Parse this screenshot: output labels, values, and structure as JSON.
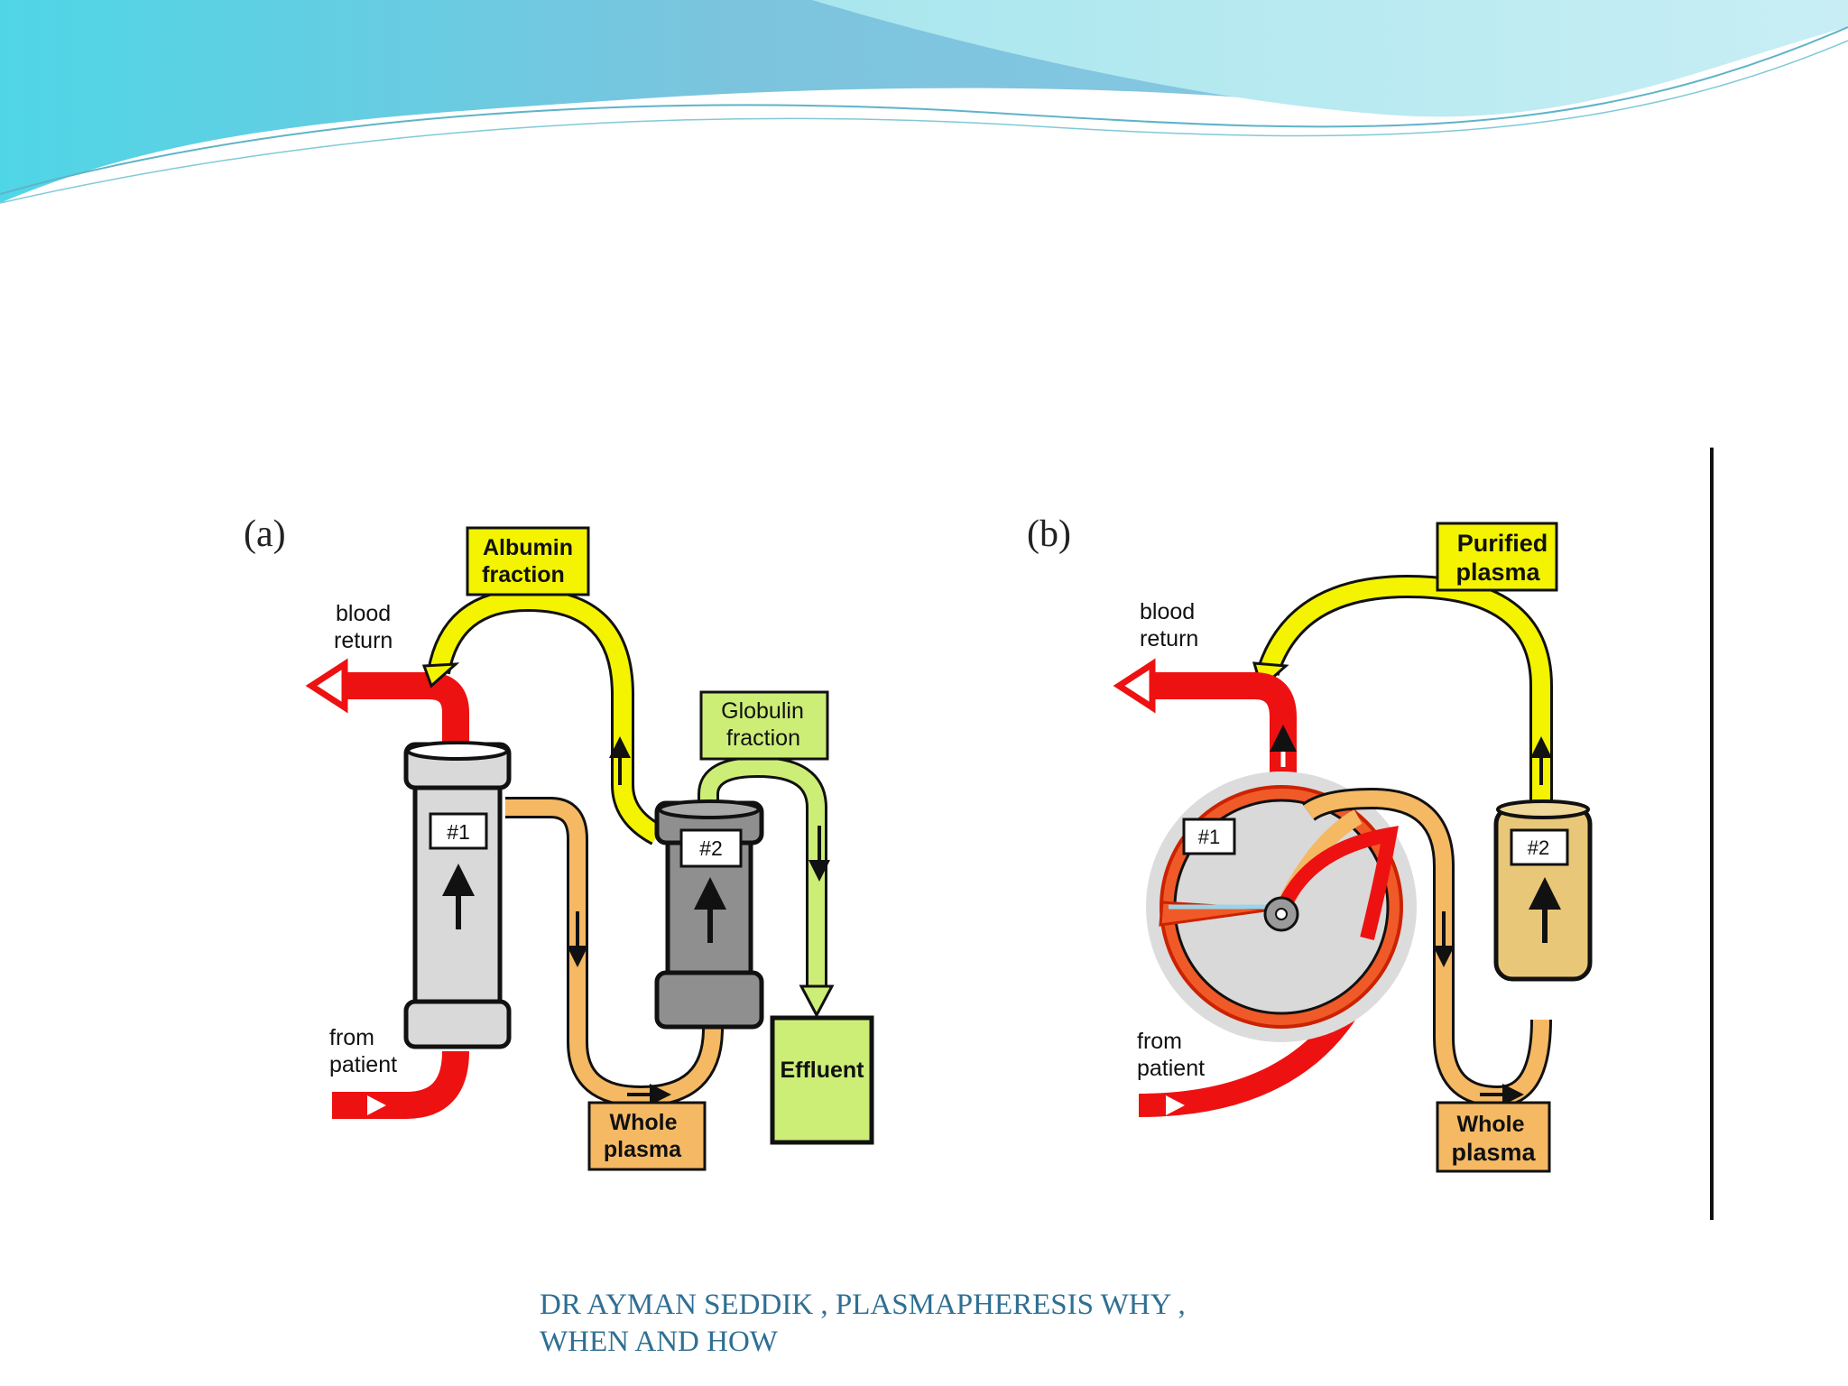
{
  "figure": {
    "panel_a": {
      "tag": "(a)",
      "albumin_label": [
        "Albumin",
        "fraction"
      ],
      "globulin_label": [
        "Globulin",
        "fraction"
      ],
      "blood_return": [
        "blood",
        "return"
      ],
      "from_patient": [
        "from",
        "patient"
      ],
      "filter1": "#1",
      "filter2": "#2",
      "effluent": "Effluent",
      "whole_plasma": [
        "Whole",
        "plasma"
      ]
    },
    "panel_b": {
      "tag": "(b)",
      "purified_label": [
        "Purified",
        "plasma"
      ],
      "blood_return": [
        "blood",
        "return"
      ],
      "from_patient": [
        "from",
        "patient"
      ],
      "centrifuge": "#1",
      "filter2": "#2",
      "whole_plasma": [
        "Whole",
        "plasma"
      ]
    }
  },
  "footer": {
    "line1": "DR AYMAN SEDDIK  , PLASMAPHERESIS  WHY ,",
    "line2": "WHEN AND HOW"
  },
  "colors": {
    "blood": "#ee1111",
    "albumin": "#f4f400",
    "globulin": "#ccee77",
    "plasma": "#f5b964",
    "filter_light": "#d9d9d9",
    "filter_dark": "#8f8f8f",
    "plasma_filter": "#e8c878",
    "footer_text": "#2f6f93"
  }
}
